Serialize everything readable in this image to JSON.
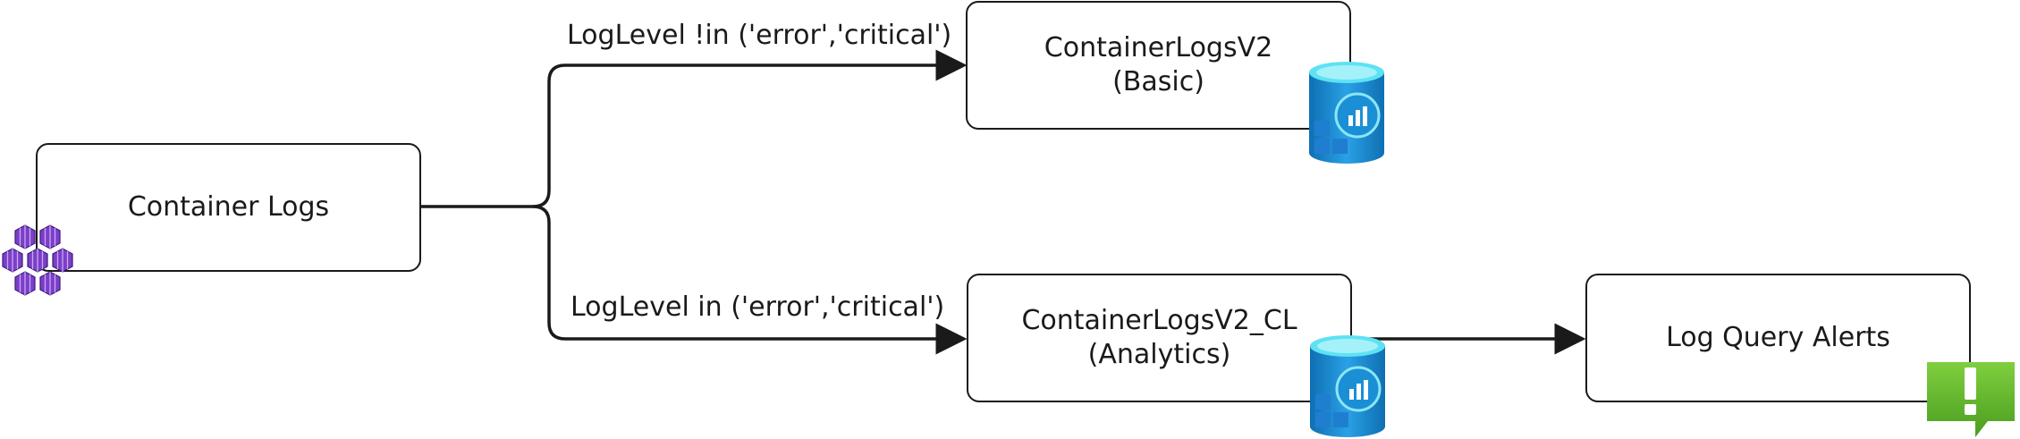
{
  "nodes": {
    "source": {
      "title": "Container Logs",
      "icon": "kubernetes-containers-icon"
    },
    "basic_table": {
      "title": "ContainerLogsV2",
      "subtitle": "(Basic)",
      "icon": "log-analytics-database-icon"
    },
    "analytics_table": {
      "title": "ContainerLogsV2_CL",
      "subtitle": "(Analytics)",
      "icon": "log-analytics-database-icon"
    },
    "alerts": {
      "title": "Log Query Alerts",
      "icon": "alert-icon"
    }
  },
  "edges": {
    "to_basic": {
      "label": "LogLevel !in ('error','critical')"
    },
    "to_analytics": {
      "label": "LogLevel in ('error','critical')"
    }
  },
  "colors": {
    "stroke": "#1a1a1a",
    "container_purple": "#7b3fc9",
    "db_blue": "#1b8fd6",
    "db_cyan": "#5ee2f3",
    "alert_green": "#5fb72b"
  }
}
